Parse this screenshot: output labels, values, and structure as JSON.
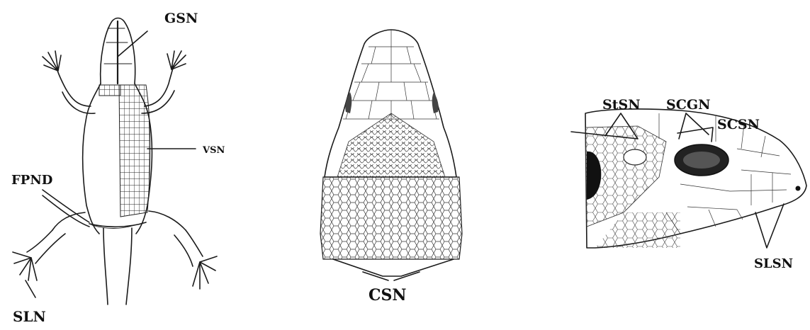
{
  "figure": {
    "panel_dorsal": {
      "labels": {
        "gsn": "GSN",
        "vsn": "VSN",
        "fpnd": "FPND",
        "sln": "SLN"
      }
    },
    "panel_ventral_head": {
      "labels": {
        "csn": "CSN"
      }
    },
    "panel_lateral_head": {
      "labels": {
        "stsn": "StSN",
        "scgn": "SCGN",
        "scsn": "SCSN",
        "slsn": "SLSN"
      }
    }
  }
}
